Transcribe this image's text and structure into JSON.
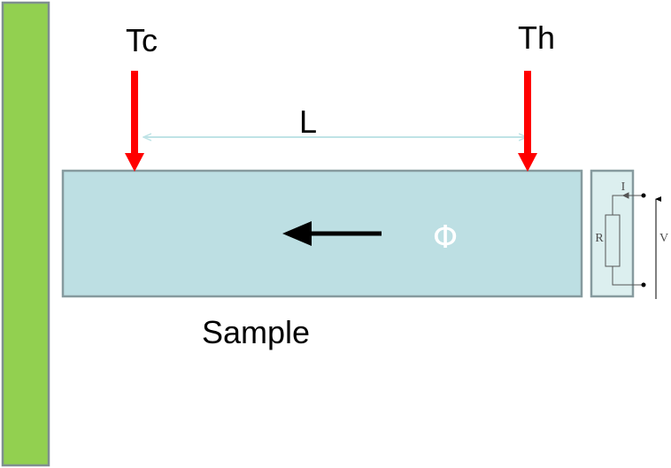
{
  "labels": {
    "cold_temperature": "Tc",
    "hot_temperature": "Th",
    "length": "L",
    "sample": "Sample",
    "heat_flux": "Φ",
    "heater_current": "I",
    "heater_resistance": "R",
    "heater_voltage": "V"
  },
  "colors": {
    "heat_sink": "#92d050",
    "heat_sink_border": "#7f8f8f",
    "sample_fill": "#bddfe3",
    "sample_border": "#869a9e",
    "thermometer_arrow": "#ff0000",
    "length_arrow": "#bfe3e6",
    "flux_arrow": "#000000",
    "flux_label": "#ffffff",
    "heater_fill": "#dcefef"
  },
  "icons": {
    "thermometer_markers": "red-down-arrow",
    "flux_direction": "left-arrow",
    "heater": "resistor-circuit"
  }
}
